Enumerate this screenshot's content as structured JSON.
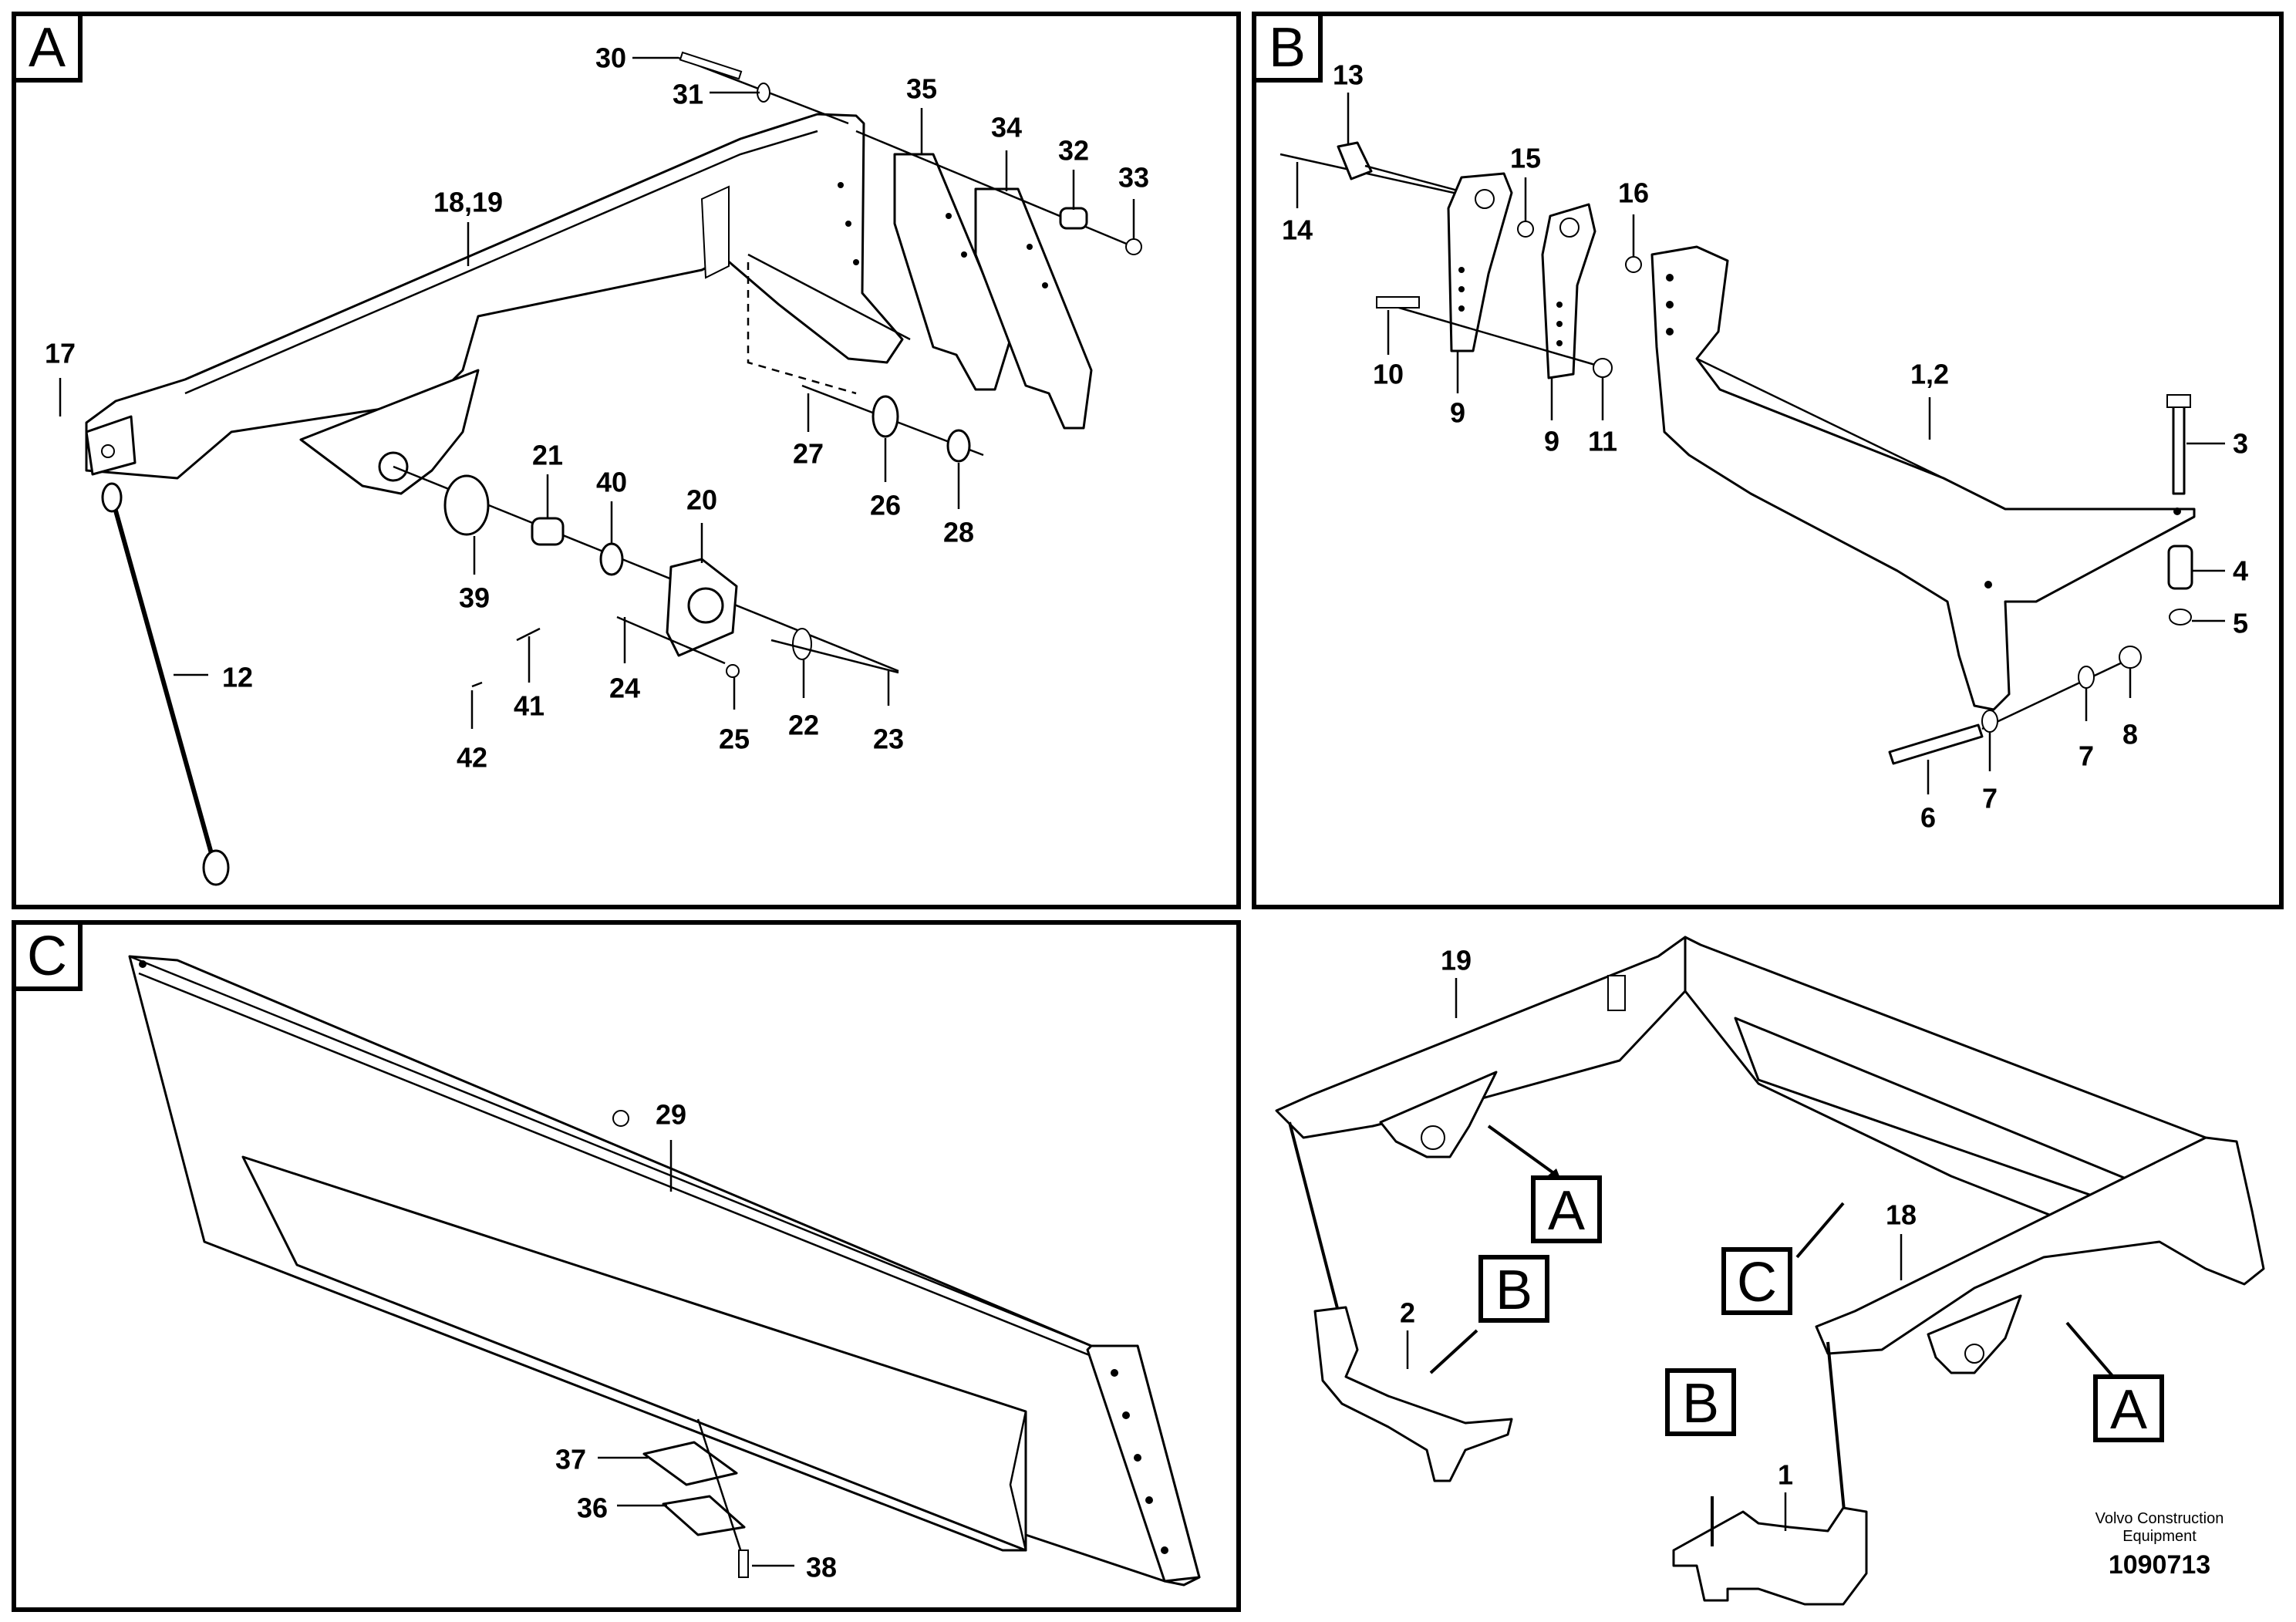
{
  "panels": {
    "a": {
      "label": "A",
      "callouts": [
        "30",
        "31",
        "35",
        "34",
        "32",
        "33",
        "18,19",
        "17",
        "21",
        "40",
        "20",
        "27",
        "26",
        "28",
        "39",
        "12",
        "41",
        "24",
        "25",
        "22",
        "23",
        "42"
      ]
    },
    "b": {
      "label": "B",
      "callouts": [
        "13",
        "15",
        "16",
        "14",
        "10",
        "9",
        "9",
        "11",
        "1,2",
        "3",
        "4",
        "5",
        "8",
        "7",
        "7",
        "6"
      ]
    },
    "c": {
      "label": "C",
      "callouts": [
        "29",
        "37",
        "36",
        "38"
      ]
    },
    "overview": {
      "callouts": [
        "19",
        "18",
        "2",
        "1"
      ],
      "refs": [
        "A",
        "C",
        "B",
        "B",
        "A"
      ]
    }
  },
  "footer": {
    "company_line1": "Volvo Construction",
    "company_line2": "Equipment",
    "doc_number": "1090713"
  }
}
